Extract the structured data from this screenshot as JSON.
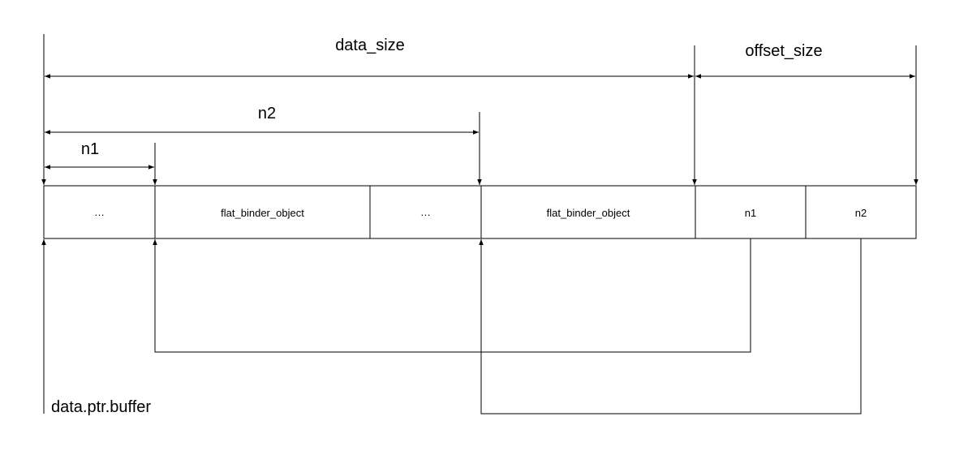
{
  "labels": {
    "data_size": "data_size",
    "offset_size": "offset_size",
    "n2": "n2",
    "n1": "n1",
    "pointer": "data.ptr.buffer"
  },
  "buffer_cells": [
    "…",
    "flat_binder_object",
    "…",
    "flat_binder_object",
    "n1",
    "n2"
  ],
  "colors": {
    "stroke": "#000000",
    "background": "#ffffff"
  }
}
